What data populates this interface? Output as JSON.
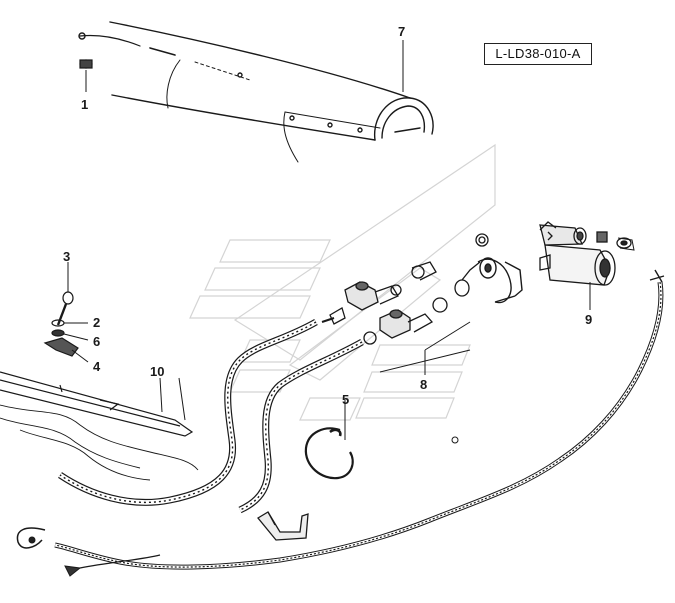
{
  "reference_code": "L-LD38-010-A",
  "callouts": {
    "c1": "1",
    "c2": "2",
    "c3": "3",
    "c4": "4",
    "c5": "5",
    "c6": "6",
    "c7": "7",
    "c8": "8",
    "c9": "9",
    "c10": "10"
  },
  "colors": {
    "ink": "#1a1a1a",
    "watermark": "#d4d4d4"
  }
}
